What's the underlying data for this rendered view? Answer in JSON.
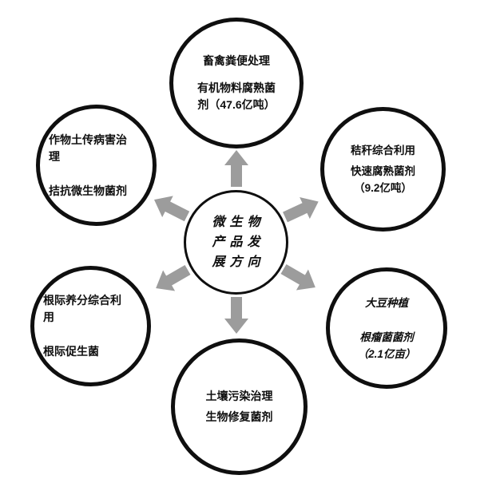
{
  "diagram": {
    "arrow_color": "#9c9c9c",
    "center": {
      "lines": [
        "微生物",
        "产品发",
        "展方向"
      ]
    },
    "nodes": [
      {
        "id": "top",
        "lines": [
          "畜禽粪便处理",
          "有机物料腐熟菌",
          "剂（47.6亿吨）"
        ]
      },
      {
        "id": "top-left",
        "lines": [
          "作物土传病害治",
          "理",
          "拮抗微生物菌剂"
        ]
      },
      {
        "id": "top-right",
        "lines": [
          "秸秆综合利用",
          "快速腐熟菌剂",
          "（9.2亿吨）"
        ]
      },
      {
        "id": "bottom-left",
        "lines": [
          "根际养分综合利",
          "用",
          "根际促生菌"
        ]
      },
      {
        "id": "bottom-right",
        "lines": [
          "大豆种植",
          "根瘤菌菌剂",
          "（2.1亿亩）"
        ]
      },
      {
        "id": "bottom",
        "lines": [
          "土壤污染治理",
          "生物修复菌剂"
        ]
      }
    ]
  }
}
